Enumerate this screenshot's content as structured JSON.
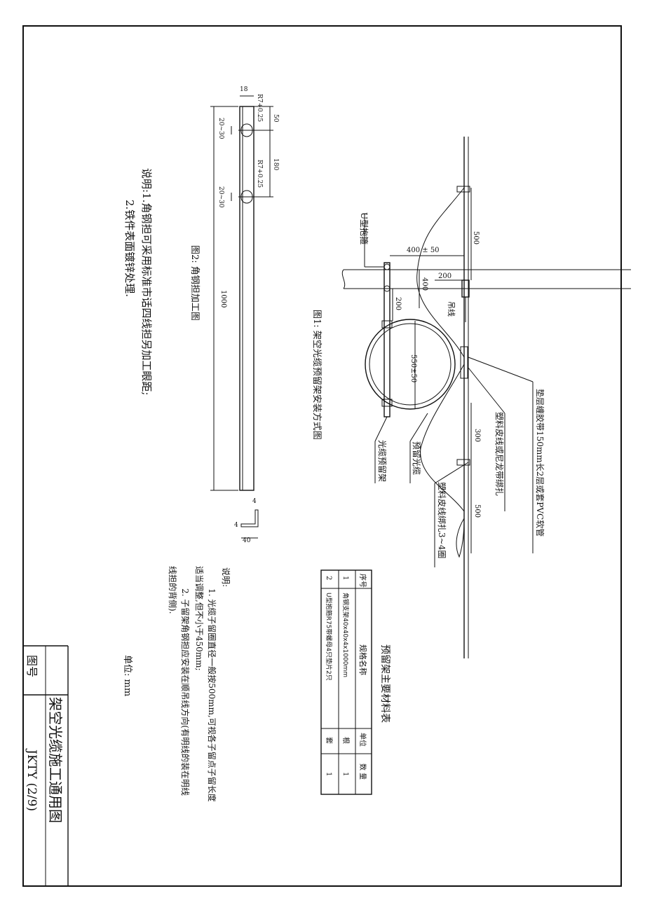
{
  "figure1": {
    "caption": "图1:   架空光缆预留架安装方式图",
    "labels": {
      "u_clamp": "U型抱箍",
      "dim_400_50": "400 ± 50",
      "dim_200_top": "200",
      "dim_400": "400",
      "dim_200_left": "200",
      "messenger": "吊线",
      "dim_500_top": "500",
      "dim_550_50": "550±50",
      "dim_300": "300",
      "dim_500_bottom": "500",
      "callout_tape": "垫层缠胶带150mm长2层或套PVC软管",
      "callout_nylon": "塑料皮线或尼龙带绑扎",
      "callout_reserve_cable": "预留光缆",
      "callout_wire_wrap": "塑料皮线绑扎3~4圈",
      "callout_rack": "光缆预留架"
    }
  },
  "figure2": {
    "caption": "图2:   角钢担加工图",
    "labels": {
      "dim_18": "18",
      "r_hole_1": "R7+0.25",
      "dim_50": "50",
      "dim_180": "180",
      "r_hole_2": "R7+0.25",
      "dim_20_30_a": "20~30",
      "dim_20_30_b": "20~30",
      "dim_1000": "1000",
      "dim_4_a": "4",
      "dim_4_b": "4",
      "dim_40": "40"
    }
  },
  "notes_left": {
    "lines": [
      "说明:1.角钢担可采用标准市话四线担另加工眼距;",
      "2.铁件表面镀锌处理."
    ]
  },
  "notes_bottom": {
    "title": "说明:",
    "lines": [
      "1. 光缆子留圈直径一般按500mm,可视各子留点子留长度",
      "适当调整,但不小于450mm;",
      "2. 子留架角钢担应安装在顺吊线方向(有明线的装在明线",
      "线担的背侧)."
    ],
    "unit": "单位:  mm"
  },
  "material_table": {
    "title": "预留架主要材料表",
    "headers": [
      "序号",
      "规格名称",
      "单位",
      "数  量"
    ],
    "rows": [
      [
        "1",
        "角钢支架40x40x4x1000mm",
        "根",
        "1"
      ],
      [
        "2",
        "U型抱箍R75带螺母4只垫片2只",
        "套",
        "1"
      ]
    ]
  },
  "title_block": {
    "title": "架空光缆施工通用图",
    "drawing_no_label": "图号",
    "drawing_no": "JKTY (2/9)"
  }
}
